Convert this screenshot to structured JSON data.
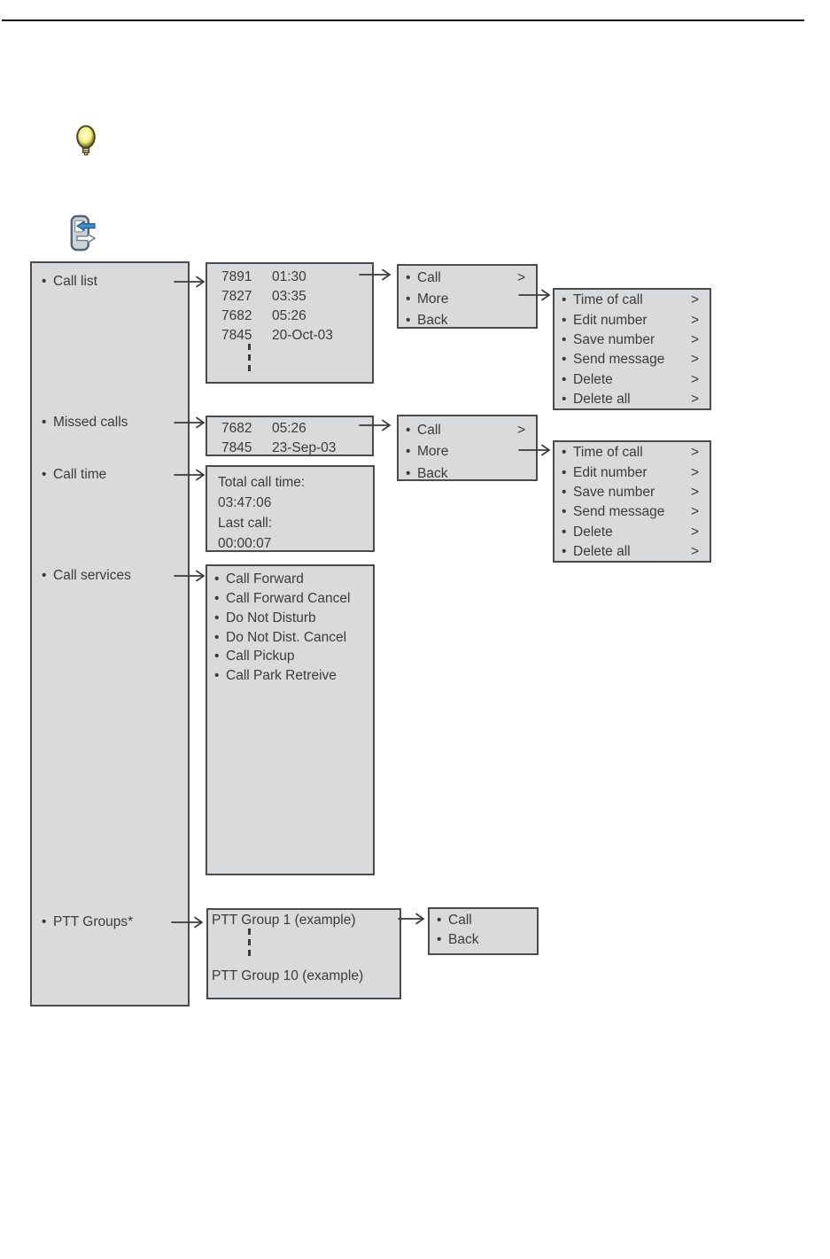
{
  "colors": {
    "page_bg": "#ffffff",
    "rule_color": "#161616",
    "box_fill": "#d9dadb",
    "box_border": "#4b4b4b",
    "text_color": "#3b3b3b",
    "arrow_color": "#3b3b3b",
    "bulb_yellow": "#f0ec45",
    "bulb_outline": "#55441f",
    "key_body": "#ced4d9",
    "key_outline": "#51667a",
    "key_blue": "#3a8ecb"
  },
  "icons": {
    "tip": "lightbulb-icon",
    "menu_access": "handset-menu-key-icon"
  },
  "root_menu": {
    "items": [
      {
        "label": "Call list"
      },
      {
        "label": "Missed calls"
      },
      {
        "label": "Call time"
      },
      {
        "label": "Call services"
      },
      {
        "label": "PTT Groups*"
      }
    ]
  },
  "screens": {
    "call_list": {
      "rows": [
        {
          "number": "7891",
          "detail": "01:30"
        },
        {
          "number": "7827",
          "detail": "03:35"
        },
        {
          "number": "7682",
          "detail": "05:26"
        },
        {
          "number": "7845",
          "detail": "20-Oct-03"
        }
      ]
    },
    "call_list_options": {
      "items": [
        {
          "label": "Call",
          "suffix": ">"
        },
        {
          "label": "More",
          "suffix": ""
        },
        {
          "label": "Back",
          "suffix": ""
        }
      ]
    },
    "call_list_more_options": {
      "items": [
        {
          "label": "Time of call",
          "suffix": ">"
        },
        {
          "label": "Edit number",
          "suffix": ">"
        },
        {
          "label": "Save number",
          "suffix": ">"
        },
        {
          "label": "Send message",
          "suffix": ">"
        },
        {
          "label": "Delete",
          "suffix": ">"
        },
        {
          "label": "Delete all",
          "suffix": ">"
        }
      ]
    },
    "missed_calls": {
      "rows": [
        {
          "number": "7682",
          "detail": "05:26"
        },
        {
          "number": "7845",
          "detail": "23-Sep-03"
        }
      ]
    },
    "missed_calls_options": {
      "items": [
        {
          "label": "Call",
          "suffix": ">"
        },
        {
          "label": "More",
          "suffix": ""
        },
        {
          "label": "Back",
          "suffix": ""
        }
      ]
    },
    "missed_calls_more_options": {
      "items": [
        {
          "label": "Time of call",
          "suffix": ">"
        },
        {
          "label": "Edit number",
          "suffix": ">"
        },
        {
          "label": "Save number",
          "suffix": ">"
        },
        {
          "label": "Send message",
          "suffix": ">"
        },
        {
          "label": "Delete",
          "suffix": ">"
        },
        {
          "label": "Delete all",
          "suffix": ">"
        }
      ]
    },
    "call_time": {
      "lines": [
        "Total call time:",
        "03:47:06",
        "Last call:",
        "00:00:07"
      ]
    },
    "call_services": {
      "items": [
        "Call Forward",
        "Call Forward Cancel",
        "Do Not Disturb",
        "Do Not Dist. Cancel",
        "Call Pickup",
        "Call Park Retreive"
      ]
    },
    "ptt_groups": {
      "first_row": "PTT Group 1 (example)",
      "last_row": "PTT Group 10 (example)"
    },
    "ptt_options": {
      "items": [
        {
          "label": "Call"
        },
        {
          "label": "Back"
        }
      ]
    }
  }
}
